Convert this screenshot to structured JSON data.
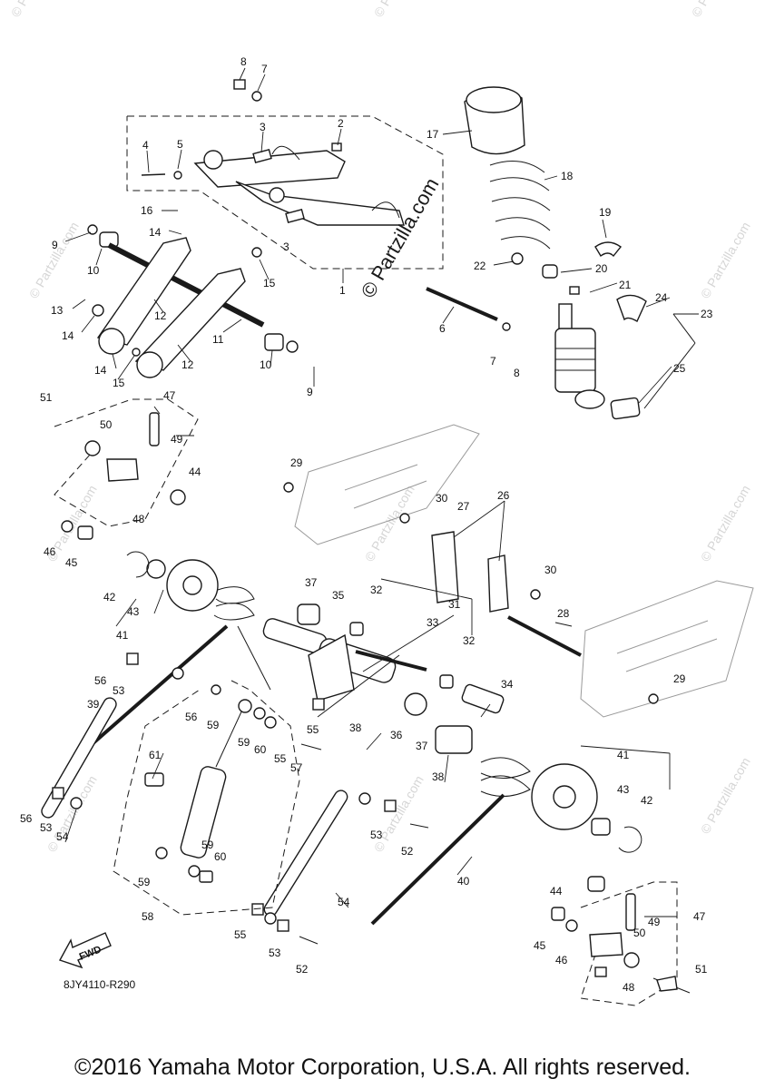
{
  "drawing_code": "8JY4110-R290",
  "copyright": "©2016 Yamaha Motor Corporation, U.S.A. All rights reserved.",
  "watermark": "© Partzilla.com",
  "fwd_label": "FWD",
  "callouts": [
    "1",
    "2",
    "3",
    "3",
    "4",
    "5",
    "6",
    "7",
    "7",
    "8",
    "8",
    "9",
    "9",
    "10",
    "10",
    "11",
    "12",
    "12",
    "13",
    "14",
    "14",
    "14",
    "15",
    "15",
    "16",
    "17",
    "18",
    "19",
    "20",
    "21",
    "22",
    "23",
    "24",
    "25",
    "26",
    "27",
    "28",
    "29",
    "29",
    "30",
    "30",
    "31",
    "32",
    "32",
    "33",
    "34",
    "35",
    "36",
    "37",
    "37",
    "38",
    "38",
    "39",
    "40",
    "41",
    "41",
    "42",
    "42",
    "43",
    "43",
    "44",
    "44",
    "45",
    "45",
    "46",
    "46",
    "47",
    "47",
    "48",
    "48",
    "49",
    "49",
    "50",
    "50",
    "51",
    "51",
    "52",
    "52",
    "53",
    "53",
    "53",
    "54",
    "54",
    "55",
    "55",
    "55",
    "56",
    "56",
    "56",
    "57",
    "58",
    "59",
    "59",
    "59",
    "59",
    "60",
    "60",
    "61"
  ]
}
